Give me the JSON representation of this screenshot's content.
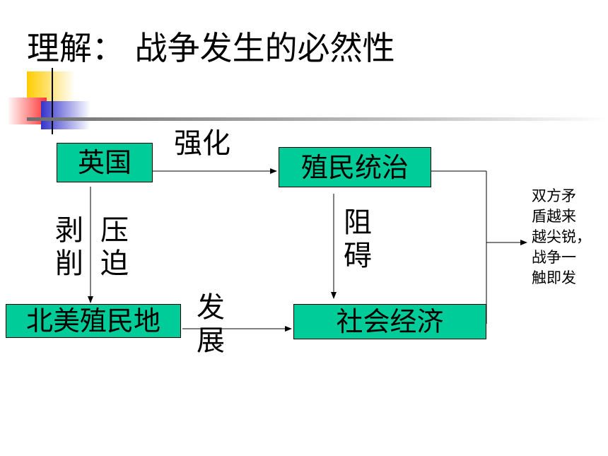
{
  "title": "理解：  战争发生的必然性",
  "colors": {
    "box_fill": "#00cc99",
    "deco_yellow": "#ffcc00",
    "deco_red": "#ff3333",
    "deco_blue": "#3333cc",
    "rule_line": "#a0a0a0"
  },
  "nodes": {
    "britain": "英国",
    "colonial_rule": "殖民统治",
    "north_american_colonies": "北美殖民地",
    "social_economy": "社会经济"
  },
  "edges": {
    "strengthen": "强化",
    "exploit": "剥削",
    "oppress": "压迫",
    "hinder": "阻碍",
    "develop": "发展"
  },
  "result": {
    "lines": [
      "双方矛",
      "盾越来",
      "越尖锐，",
      "战争一",
      "触即发"
    ]
  }
}
